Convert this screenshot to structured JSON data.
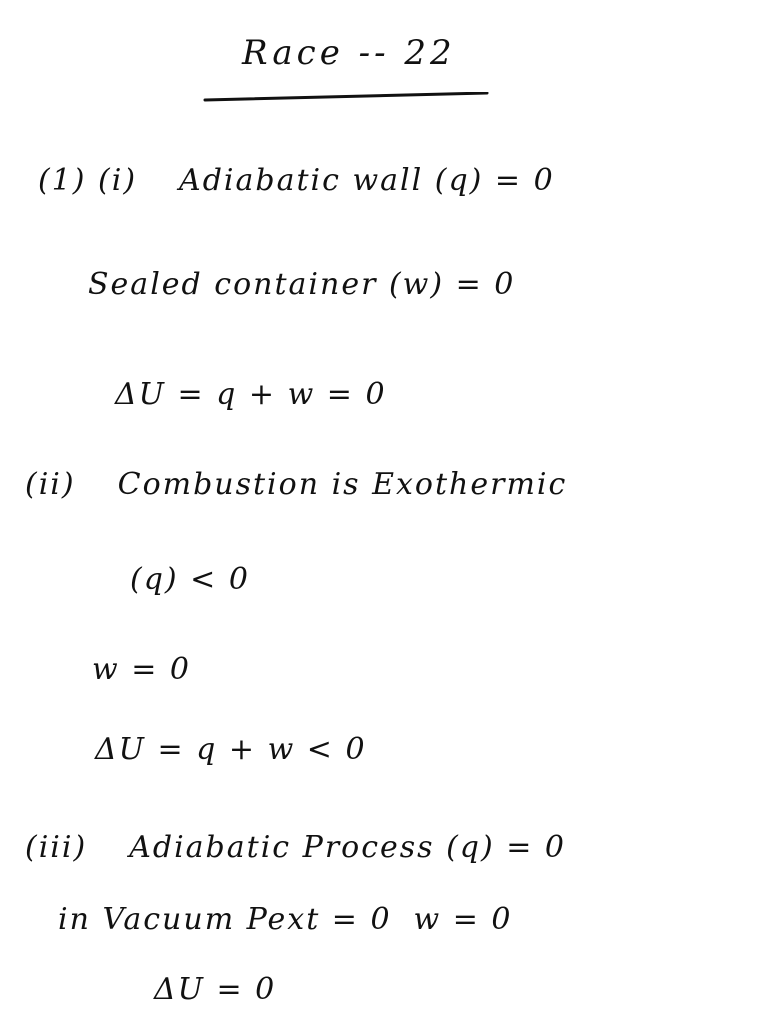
{
  "title": "Race -- 22",
  "lines": [
    {
      "label": "(1) (i)",
      "text": "Adiabatic wall (q) = 0"
    },
    {
      "text": "Sealed container (w) = 0"
    },
    {
      "text": "ΔU = q + w = 0"
    },
    {
      "label": "(ii)",
      "text": "Combustion is Exothermic"
    },
    {
      "text": "(q) < 0"
    },
    {
      "text": "w = 0"
    },
    {
      "text": "ΔU = q + w < 0"
    },
    {
      "label": "(iii)",
      "text": "Adiabatic Process (q) = 0"
    },
    {
      "text": "in Vacuum Pext = 0",
      "extra": "w = 0"
    },
    {
      "text": "ΔU = 0"
    }
  ]
}
